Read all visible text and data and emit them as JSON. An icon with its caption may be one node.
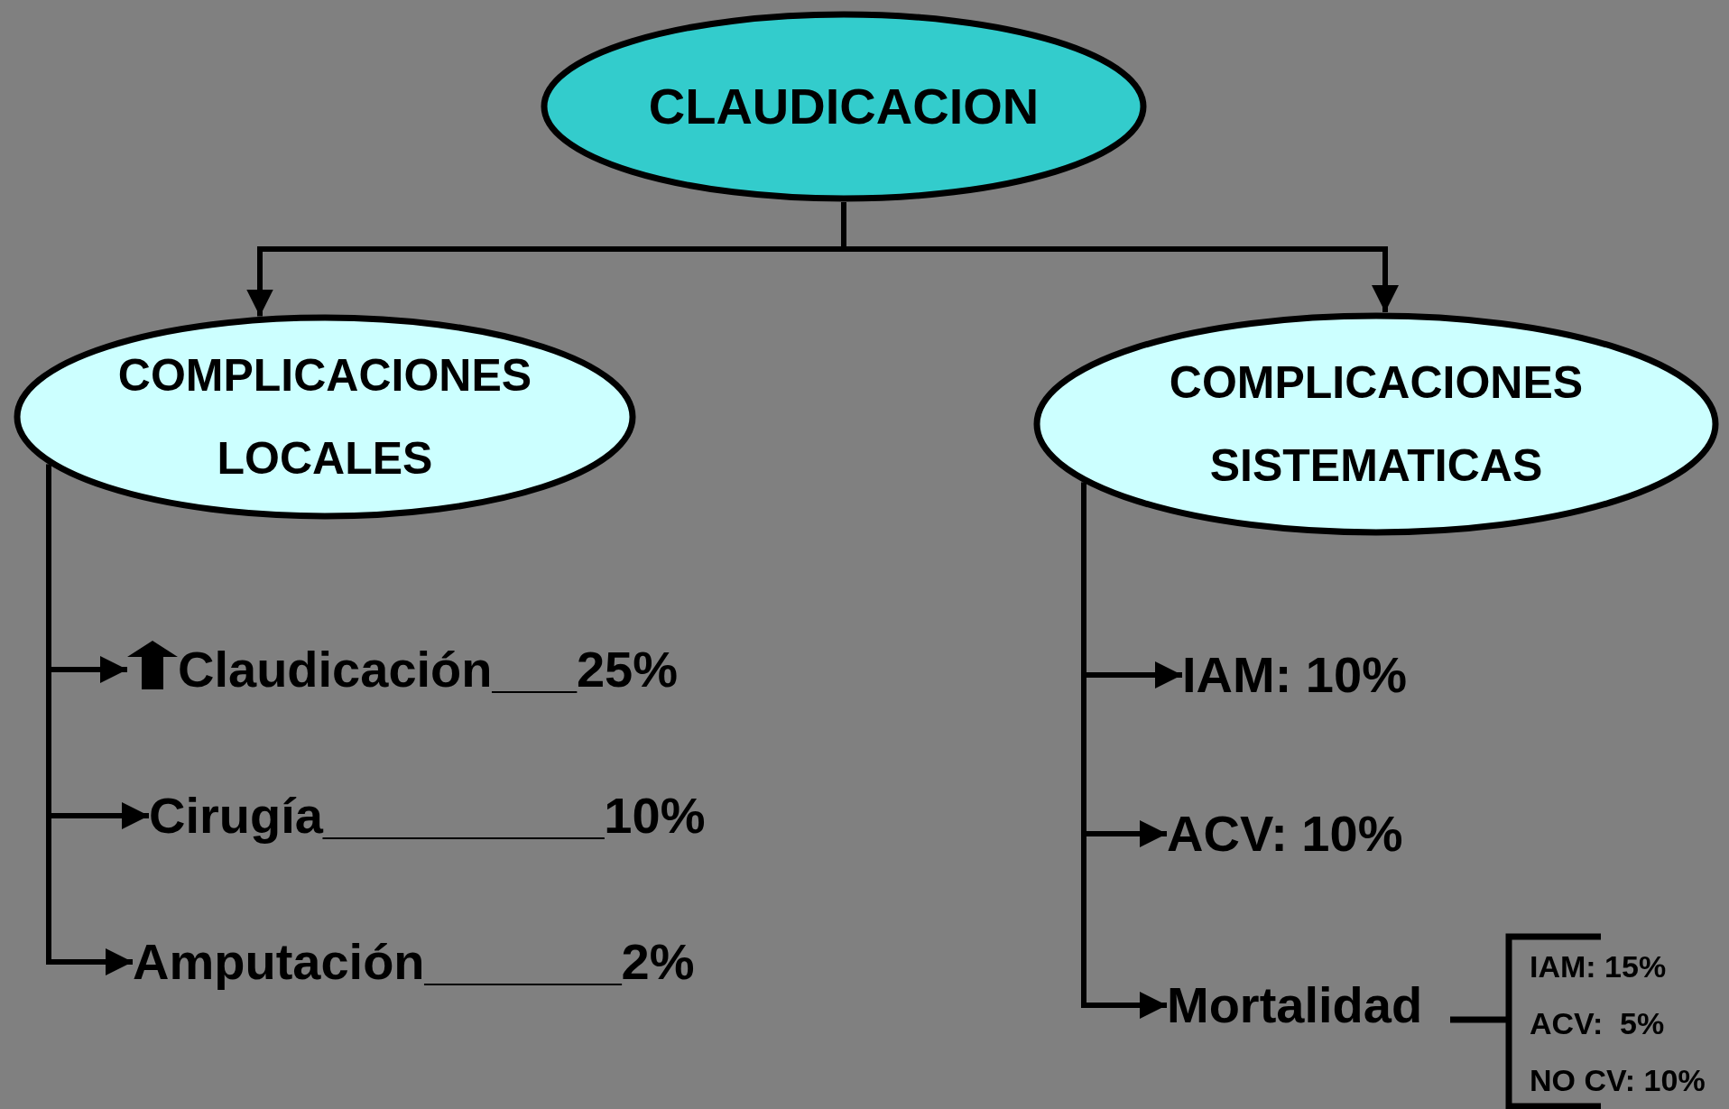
{
  "diagram": {
    "nodes": [
      {
        "text": [
          "CLAUDICACION"
        ]
      },
      {
        "text": [
          "COMPLICACIONES LOCALES"
        ]
      },
      {
        "text": [
          "COMPLICACIONES SISTEMATICAS"
        ]
      },
      {
        "text": [
          "Claudicación___25%"
        ]
      },
      {
        "text": [
          "Cirugía__________10%"
        ]
      },
      {
        "text": [
          "Amputación_______2%"
        ]
      },
      {
        "text": [
          "IAM: 10%"
        ]
      },
      {
        "text": [
          "ACV: 10%"
        ]
      },
      {
        "text": [
          "Mortalidad"
        ]
      }
    ],
    "edges": [
      {
        "from": 0,
        "to": 1,
        "arrow": "to"
      },
      {
        "from": 0,
        "to": 2,
        "arrow": "to"
      },
      {
        "from": 1,
        "to": 3,
        "arrow": "to"
      },
      {
        "from": 1,
        "to": 4,
        "arrow": "to"
      },
      {
        "from": 1,
        "to": 5,
        "arrow": "to"
      },
      {
        "from": 2,
        "to": 6,
        "arrow": "to"
      },
      {
        "from": 2,
        "to": 7,
        "arrow": "to"
      },
      {
        "from": 2,
        "to": 8,
        "arrow": "to"
      }
    ],
    "labels": [
      "IAM: 15%",
      "ACV:  5%",
      "NO CV: 10%"
    ]
  }
}
